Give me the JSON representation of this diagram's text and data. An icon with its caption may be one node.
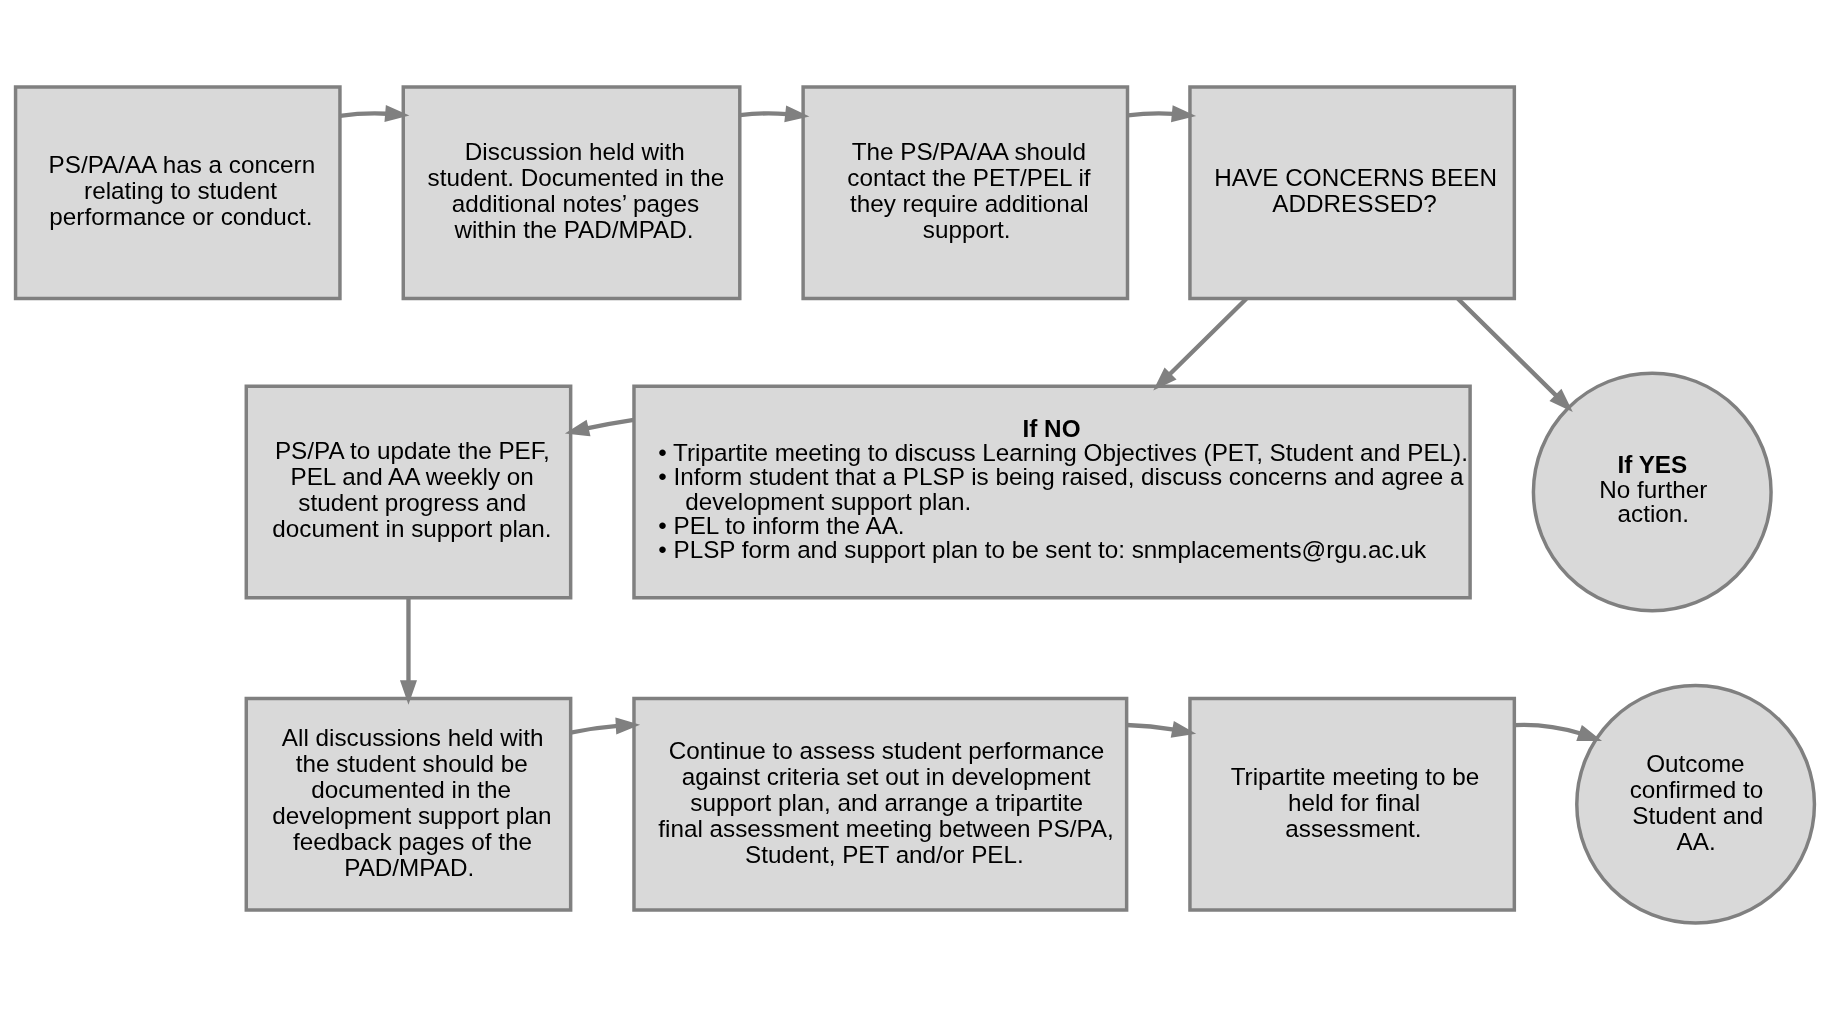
{
  "diagram": {
    "nodes": [
      {
        "text": [
          "PS/PA/AA has a concern relating to student performance or conduct."
        ]
      },
      {
        "text": [
          "Discussion held with student. Documented in the additional notes’ pages within the PAD/MPAD."
        ]
      },
      {
        "text": [
          "The PS/PA/AA should contact the PET/PEL if they require additional support."
        ]
      },
      {
        "text": [
          "HAVE CONCERNS BEEN ADDRESSED?"
        ]
      },
      {
        "text": [
          "PS/PA to update the PEF, PEL and AA weekly on student progress and document in support plan."
        ]
      },
      {
        "text": [
          "If NO",
          "• Tripartite meeting to discuss Learning Objectives (PET, Student and PEL).",
          "• Inform student that a PLSP is being raised, discuss concerns and agree a development support plan.",
          "• PEL to inform the AA.",
          "• PLSP form and support plan to be sent to: snmplacements@rgu.ac.uk"
        ]
      },
      {
        "text": [
          "If YES",
          "No further action."
        ]
      },
      {
        "text": [
          "All discussions held with the student should be documented in the development support plan feedback pages of the PAD/MPAD."
        ]
      },
      {
        "text": [
          "Continue to assess student performance against criteria set out in development support plan, and arrange a tripartite final assessment meeting between PS/PA, Student, PET and/or PEL."
        ]
      },
      {
        "text": [
          "Tripartite meeting to be held for final assessment."
        ]
      },
      {
        "text": [
          "Outcome confirmed to Student and AA."
        ]
      }
    ],
    "edges": [
      {
        "from": 0,
        "to": 1,
        "arrow": "to"
      },
      {
        "from": 1,
        "to": 2,
        "arrow": "to"
      },
      {
        "from": 2,
        "to": 3,
        "arrow": "to"
      },
      {
        "from": 3,
        "to": 5,
        "arrow": "to"
      },
      {
        "from": 3,
        "to": 6,
        "arrow": "to"
      },
      {
        "from": 5,
        "to": 4,
        "arrow": "to"
      },
      {
        "from": 4,
        "to": 7,
        "arrow": "to"
      },
      {
        "from": 7,
        "to": 8,
        "arrow": "to"
      },
      {
        "from": 8,
        "to": 9,
        "arrow": "to"
      },
      {
        "from": 9,
        "to": 10,
        "arrow": "to"
      }
    ]
  }
}
